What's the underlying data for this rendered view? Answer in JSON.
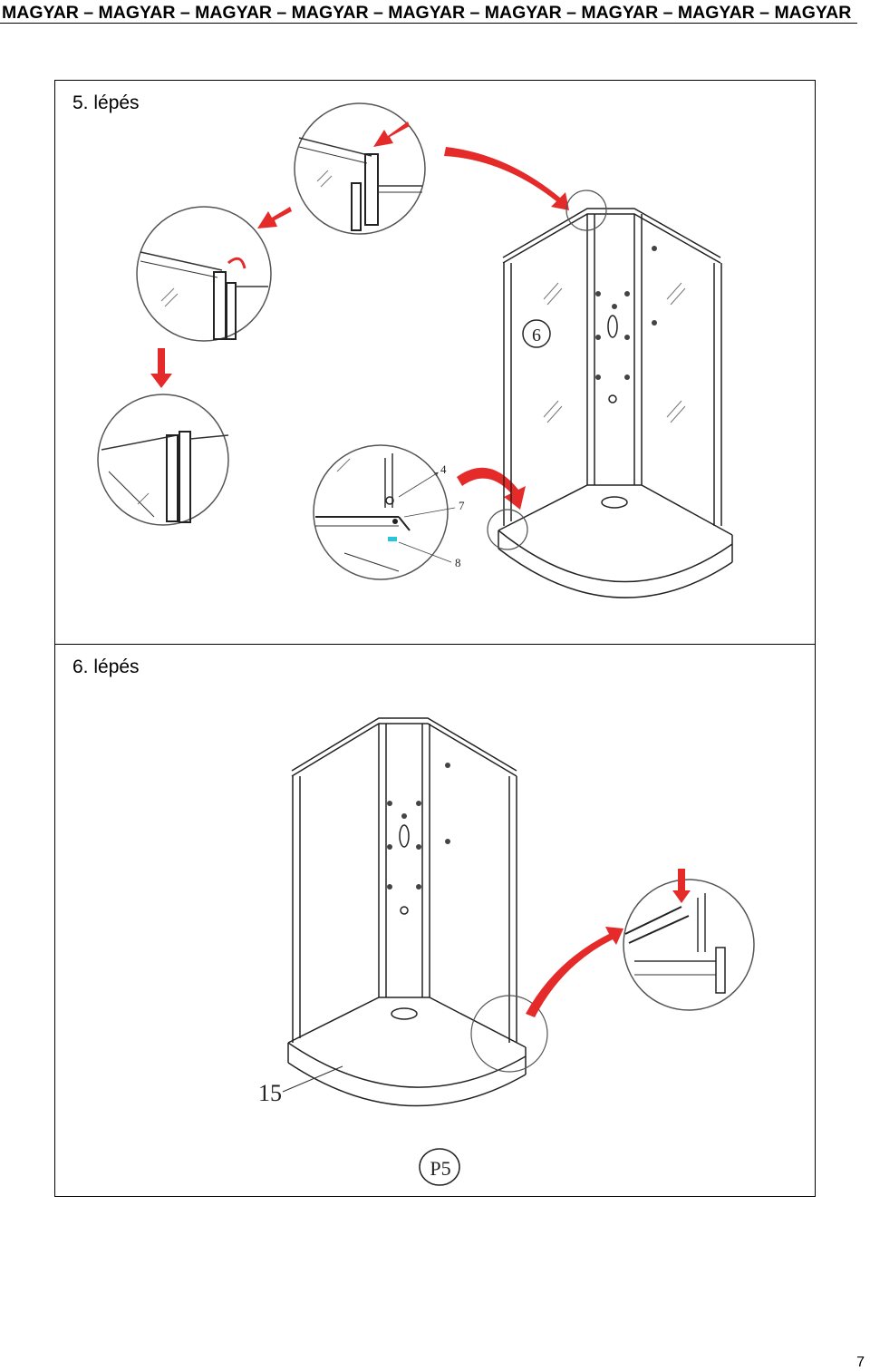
{
  "header": {
    "text": "MAGYAR – MAGYAR – MAGYAR – MAGYAR – MAGYAR – MAGYAR – MAGYAR – MAGYAR – MAGYAR"
  },
  "steps": [
    {
      "title": "5. lépés",
      "part_labels": [
        "6",
        "4",
        "7",
        "8"
      ]
    },
    {
      "title": "6. lépés",
      "part_labels": [
        "15",
        "P5"
      ]
    }
  ],
  "page_number": "7",
  "colors": {
    "arrow": "#e52a2a",
    "line": "#222222",
    "circle": "#555555",
    "highlight": "#27c7d9"
  }
}
